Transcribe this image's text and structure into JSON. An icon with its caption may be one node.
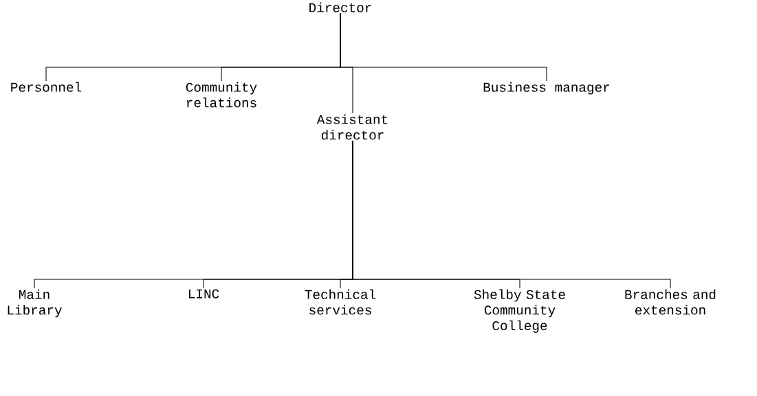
{
  "diagram": {
    "nodes": [
      {
        "text": [
          "Director"
        ]
      },
      {
        "text": [
          "Personnel"
        ]
      },
      {
        "text": [
          "Community relations"
        ]
      },
      {
        "text": [
          "Business manager"
        ]
      },
      {
        "text": [
          "Assistant director"
        ]
      },
      {
        "text": [
          "Main Library"
        ]
      },
      {
        "text": [
          "LINC"
        ]
      },
      {
        "text": [
          "Technical services"
        ]
      },
      {
        "text": [
          "Shelby State Community College"
        ]
      },
      {
        "text": [
          "Branches and extension"
        ]
      }
    ],
    "edges": [
      {
        "from": 0,
        "to": 1,
        "arrow": "none"
      },
      {
        "from": 0,
        "to": 2,
        "arrow": "none"
      },
      {
        "from": 0,
        "to": 4,
        "arrow": "none"
      },
      {
        "from": 0,
        "to": 3,
        "arrow": "none"
      },
      {
        "from": 4,
        "to": 5,
        "arrow": "none"
      },
      {
        "from": 4,
        "to": 6,
        "arrow": "none"
      },
      {
        "from": 4,
        "to": 7,
        "arrow": "none"
      },
      {
        "from": 4,
        "to": 8,
        "arrow": "none"
      },
      {
        "from": 4,
        "to": 9,
        "arrow": "none"
      }
    ]
  }
}
